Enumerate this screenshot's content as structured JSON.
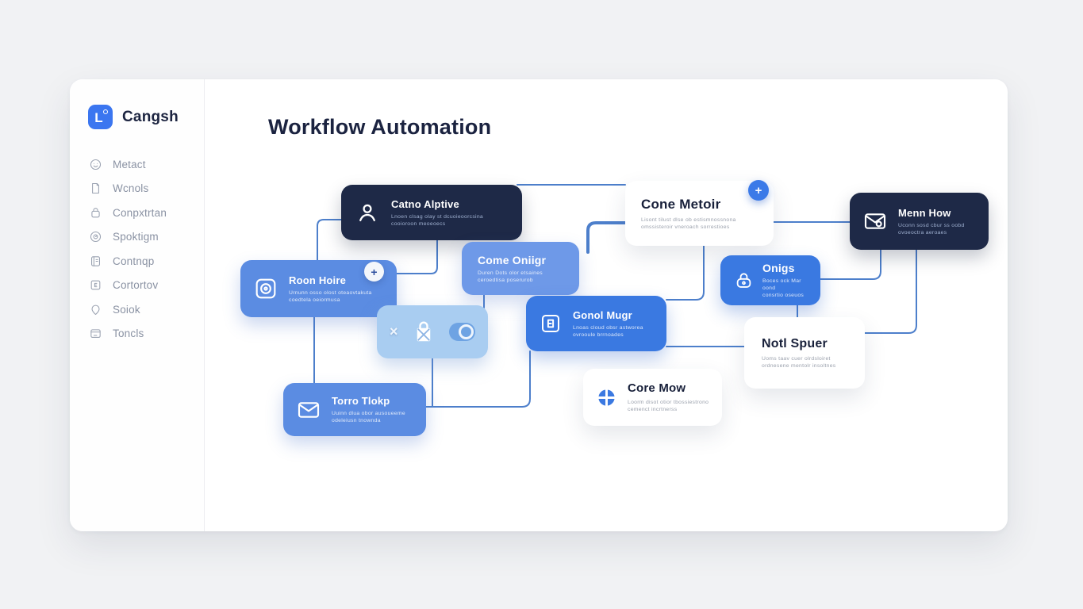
{
  "brand": {
    "name": "Cangsh",
    "logo_glyph": "L"
  },
  "sidebar": {
    "items": [
      {
        "label": "Metact",
        "icon": "face-icon"
      },
      {
        "label": "Wcnols",
        "icon": "file-icon"
      },
      {
        "label": "Conpxtrtan",
        "icon": "bag-icon"
      },
      {
        "label": "Spoktigm",
        "icon": "disc-icon"
      },
      {
        "label": "Contnqp",
        "icon": "book-icon"
      },
      {
        "label": "Cortortov",
        "icon": "square-e-icon"
      },
      {
        "label": "Soiok",
        "icon": "pin-icon"
      },
      {
        "label": "Toncls",
        "icon": "folder-icon"
      }
    ]
  },
  "main": {
    "title": "Workflow Automation"
  },
  "nodes": {
    "catno_alptive": {
      "title": "Catno Alptive",
      "line1": "Lnoen clsag olay st dcuoieoorcsina",
      "line2": "cooioroon meoeoecs",
      "icon": "user-icon"
    },
    "cone_metoir": {
      "title": "Cone Metoir",
      "line1": "Lisont tilust dlse ob estismnossnona",
      "line2": "omssisteroir vneroach sorrestioes",
      "badge": "+"
    },
    "menn_how": {
      "title": "Menn How",
      "line1": "Uconn sosd cbur ss oobd",
      "line2": "ovoeoctra aeroaes",
      "icon": "mail-icon"
    },
    "roon_hoire": {
      "title": "Roon Hoire",
      "line1": "Urnunn osso olost oteaovtakuta",
      "line2": "coedtela oeiormusa",
      "icon": "disc-square-icon",
      "badge": "+"
    },
    "come_oniigr": {
      "title": "Come Oniigr",
      "line1": "Duren Dots olor etsaines",
      "line2": "ceroedtisa poserurob"
    },
    "gonol_mugr": {
      "title": "Gonol Mugr",
      "line1": "Lnoas cloud obsr astworea",
      "line2": "ovrooule brrnoades",
      "icon": "doc-square-icon"
    },
    "onigs": {
      "title": "Onigs",
      "line1": "Boces ock Mar oond",
      "line2": "consrtio oseuos",
      "icon": "lock-icon"
    },
    "notl_spuer": {
      "title": "Notl Spuer",
      "line1": "Uoms taav cuer olrdsloiret",
      "line2": "ordnesene mentolr insoltnes"
    },
    "core_mow": {
      "title": "Core Mow",
      "line1": "Loorm disot otior tbossiestrono",
      "line2": "cemenct incrtnerss",
      "icon": "pie-icon"
    },
    "torro_tlokp": {
      "title": "Torro Tlokp",
      "line1": "Uuinn dlua obor ausoueeme",
      "line2": "odeleiusn tnownda",
      "icon": "mail-icon"
    }
  },
  "toggle_card": {
    "close_glyph": "×",
    "icon": "lock-bag-icon",
    "toggle_state": "on"
  },
  "connections": [
    {
      "from": "catno_alptive",
      "to": "roon_hoire"
    },
    {
      "from": "catno_alptive",
      "to": "cone_metoir"
    },
    {
      "from": "cone_metoir",
      "to": "come_oniigr"
    },
    {
      "from": "cone_metoir",
      "to": "menn_how"
    },
    {
      "from": "cone_metoir",
      "to": "gonol_mugr"
    },
    {
      "from": "come_oniigr",
      "to": "toggle_card"
    },
    {
      "from": "toggle_card",
      "to": "gonol_mugr"
    },
    {
      "from": "roon_hoire",
      "to": "torro_tlokp"
    },
    {
      "from": "torro_tlokp",
      "to": "gonol_mugr"
    },
    {
      "from": "gonol_mugr",
      "to": "notl_spuer"
    },
    {
      "from": "menn_how",
      "to": "onigs"
    },
    {
      "from": "menn_how",
      "to": "notl_spuer"
    },
    {
      "from": "onigs",
      "to": "notl_spuer"
    }
  ],
  "colors": {
    "dark_node": "#1e2947",
    "blue_node": "#3a79e1",
    "light_blue_card": "#a9cdf1",
    "accent": "#3b76f0",
    "wire": "#4d7fcb",
    "title_text": "#1b2340"
  }
}
